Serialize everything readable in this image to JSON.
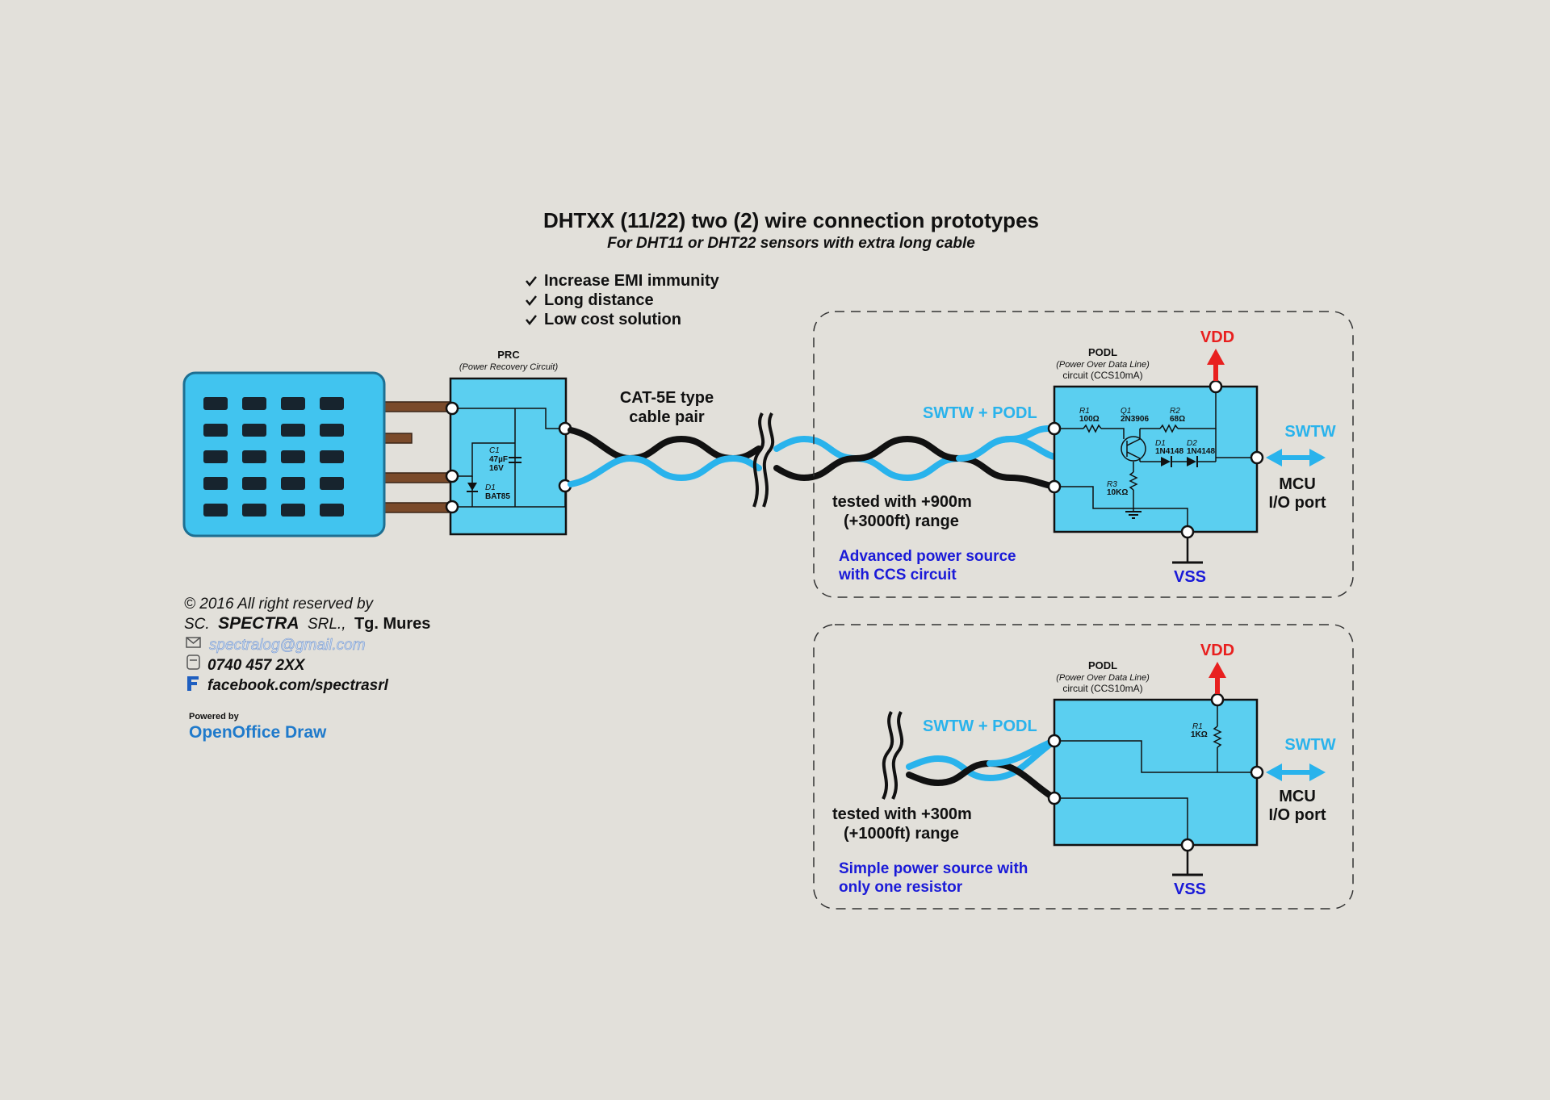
{
  "title": "DHTXX (11/22) two (2) wire connection prototypes",
  "subtitle": "For DHT11 or DHT22 sensors with extra long cable",
  "features": [
    "Increase EMI immunity",
    "Long distance",
    "Low cost solution"
  ],
  "prc": {
    "name": "PRC",
    "desc": "(Power Recovery Circuit)",
    "c1_ref": "C1",
    "c1_value": "47µF",
    "c1_voltage": "16V",
    "d1_ref": "D1",
    "d1_value": "BAT85"
  },
  "cable_label": [
    "CAT-5E type",
    "cable pair"
  ],
  "advanced": {
    "line_label": "SWTW + PODL",
    "tested": [
      "tested with +900m",
      "(+3000ft) range"
    ],
    "note": [
      "Advanced power source",
      "with CCS circuit"
    ],
    "podl_title": "PODL",
    "podl_desc": "(Power Over Data Line)",
    "podl_circuit": "circuit (CCS10mA)",
    "r1_ref": "R1",
    "r1_value": "100Ω",
    "q1_ref": "Q1",
    "q1_value": "2N3906",
    "r2_ref": "R2",
    "r2_value": "68Ω",
    "d1_ref": "D1",
    "d1_value": "1N4148",
    "d2_ref": "D2",
    "d2_value": "1N4148",
    "r3_ref": "R3",
    "r3_value": "10KΩ",
    "vdd": "VDD",
    "vss": "VSS",
    "swtw": "SWTW",
    "mcu": [
      "MCU",
      "I/O port"
    ]
  },
  "simple": {
    "line_label": "SWTW + PODL",
    "tested": [
      "tested with +300m",
      "(+1000ft) range"
    ],
    "note": [
      "Simple power source with",
      "only one resistor"
    ],
    "podl_title": "PODL",
    "podl_desc": "(Power Over Data Line)",
    "podl_circuit": "circuit (CCS10mA)",
    "r1_ref": "R1",
    "r1_value": "1KΩ",
    "vdd": "VDD",
    "vss": "VSS",
    "swtw": "SWTW",
    "mcu": [
      "MCU",
      "I/O port"
    ]
  },
  "copyright": {
    "line1": "© 2016 All right reserved by",
    "company_prefix": "SC.",
    "company_brand": "SPECTRA",
    "company_suffix": "SRL.,",
    "company_city": "Tg. Mures",
    "email": "spectralog@gmail.com",
    "phone": "0740 457 2XX",
    "facebook": "facebook.com/spectrasrl",
    "powered_by": "Powered by",
    "tool": "OpenOffice Draw"
  },
  "colors": {
    "background": "#e2e0da",
    "sensor_blue": "#41c4ef",
    "box_fill": "#5bcff0",
    "cable_cyan": "#29b3ec",
    "vdd_red": "#e8201f",
    "vss_blue": "#1a1ad8"
  },
  "icons": [
    "checkmark-icon",
    "envelope-icon",
    "phone-icon",
    "facebook-icon",
    "break-mark-icon",
    "arrow-up-icon",
    "double-arrow-icon",
    "ground-icon"
  ]
}
